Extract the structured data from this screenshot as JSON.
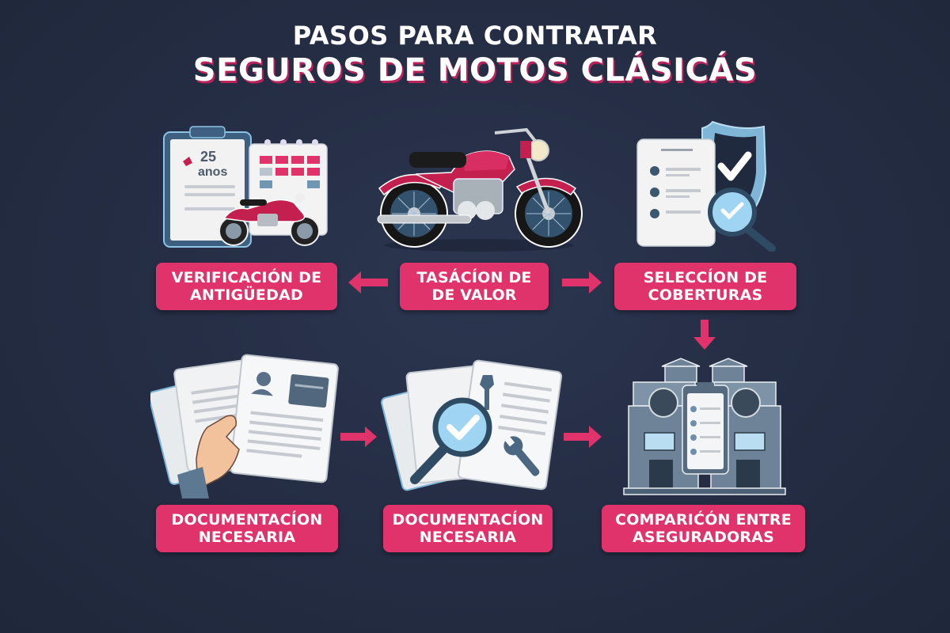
{
  "header": {
    "title_line1": "PASOS PARA CONTRATAR",
    "title_line2": "SEGUROS DE MOTOS CLÁSICÁS"
  },
  "colors": {
    "background": "#232c42",
    "accent_pink": "#e0336b",
    "title_shadow": "#b8245a",
    "illustration_blue": "#7fb6d8",
    "illustration_steel": "#5a7089",
    "motorcycle_red": "#c4204f"
  },
  "steps": [
    {
      "id": 1,
      "line1": "VERIFICACIÓN DE",
      "line2": "ANTIGÜEDAD",
      "illustration": "clipboard-calendar-motorcycle-icon",
      "illustration_text": {
        "number": "25",
        "unit": "anos"
      }
    },
    {
      "id": 2,
      "line1": "TASÁCÍON DE",
      "line2": "DE VALOR",
      "illustration": "classic-motorcycle-icon"
    },
    {
      "id": 3,
      "line1": "SELECCÍON DE",
      "line2": "COBERTURAS",
      "illustration": "checklist-shield-magnifier-icon"
    },
    {
      "id": 4,
      "line1": "DOCUMENTACÍON",
      "line2": "NECESARIA",
      "illustration": "hand-holding-documents-icon"
    },
    {
      "id": 5,
      "line1": "DOCUMENTACÍON",
      "line2": "NECESARIA",
      "illustration": "documents-magnifier-check-wrench-icon"
    },
    {
      "id": 6,
      "line1": "COMPARIĆÓN ENTRE",
      "line2": "ASEGURADORAS",
      "illustration": "insurance-buildings-clipboard-icon"
    }
  ],
  "arrows": [
    {
      "from": 2,
      "to": 1,
      "direction": "left"
    },
    {
      "from": 2,
      "to": 3,
      "direction": "right"
    },
    {
      "from": 3,
      "to": 6,
      "direction": "down"
    },
    {
      "from": 4,
      "to": 5,
      "direction": "right"
    },
    {
      "from": 5,
      "to": 6,
      "direction": "right"
    }
  ]
}
